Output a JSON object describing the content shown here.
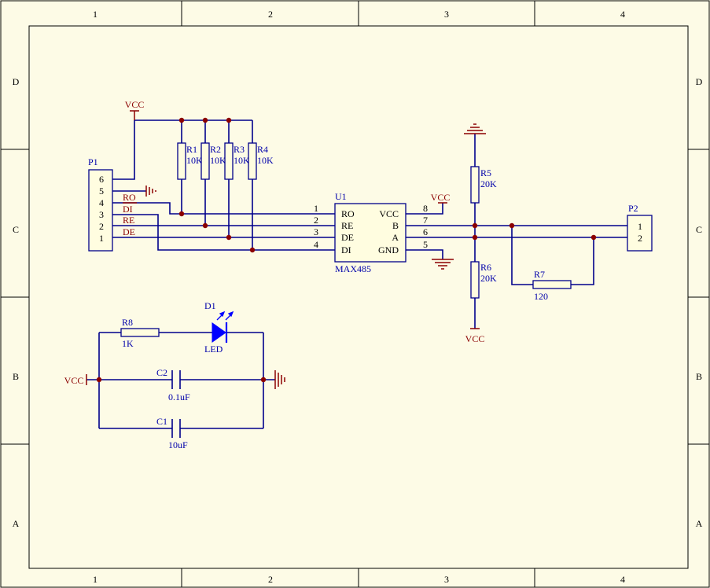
{
  "frame": {
    "columns": [
      "1",
      "2",
      "3",
      "4"
    ],
    "rows": [
      "D",
      "C",
      "B",
      "A"
    ]
  },
  "colors": {
    "background": "#fdfbe6",
    "wire": "#00008b",
    "power": "#8b0000",
    "led": "#0000ff",
    "text_blue": "#0000aa",
    "text_red": "#8b0000"
  },
  "connectors": {
    "p1": {
      "designator": "P1",
      "pins": [
        "6",
        "5",
        "4",
        "3",
        "2",
        "1"
      ]
    },
    "p2": {
      "designator": "P2",
      "pins": [
        "1",
        "2"
      ]
    }
  },
  "nets": {
    "vcc": "VCC",
    "ro": "RO",
    "di": "DI",
    "re": "RE",
    "de": "DE"
  },
  "resistors": {
    "r1": {
      "designator": "R1",
      "value": "10K"
    },
    "r2": {
      "designator": "R2",
      "value": "10K"
    },
    "r3": {
      "designator": "R3",
      "value": "10K"
    },
    "r4": {
      "designator": "R4",
      "value": "10K"
    },
    "r5": {
      "designator": "R5",
      "value": "20K"
    },
    "r6": {
      "designator": "R6",
      "value": "20K"
    },
    "r7": {
      "designator": "R7",
      "value": "120"
    },
    "r8": {
      "designator": "R8",
      "value": "1K"
    }
  },
  "ic": {
    "designator": "U1",
    "part": "MAX485",
    "left_pins": [
      {
        "num": "1",
        "name": "RO"
      },
      {
        "num": "2",
        "name": "RE"
      },
      {
        "num": "3",
        "name": "DE"
      },
      {
        "num": "4",
        "name": "DI"
      }
    ],
    "right_pins": [
      {
        "num": "8",
        "name": "VCC"
      },
      {
        "num": "7",
        "name": "B"
      },
      {
        "num": "6",
        "name": "A"
      },
      {
        "num": "5",
        "name": "GND"
      }
    ]
  },
  "led": {
    "designator": "D1",
    "value": "LED"
  },
  "capacitors": {
    "c2": {
      "designator": "C2",
      "value": "0.1uF"
    },
    "c1": {
      "designator": "C1",
      "value": "10uF"
    }
  }
}
